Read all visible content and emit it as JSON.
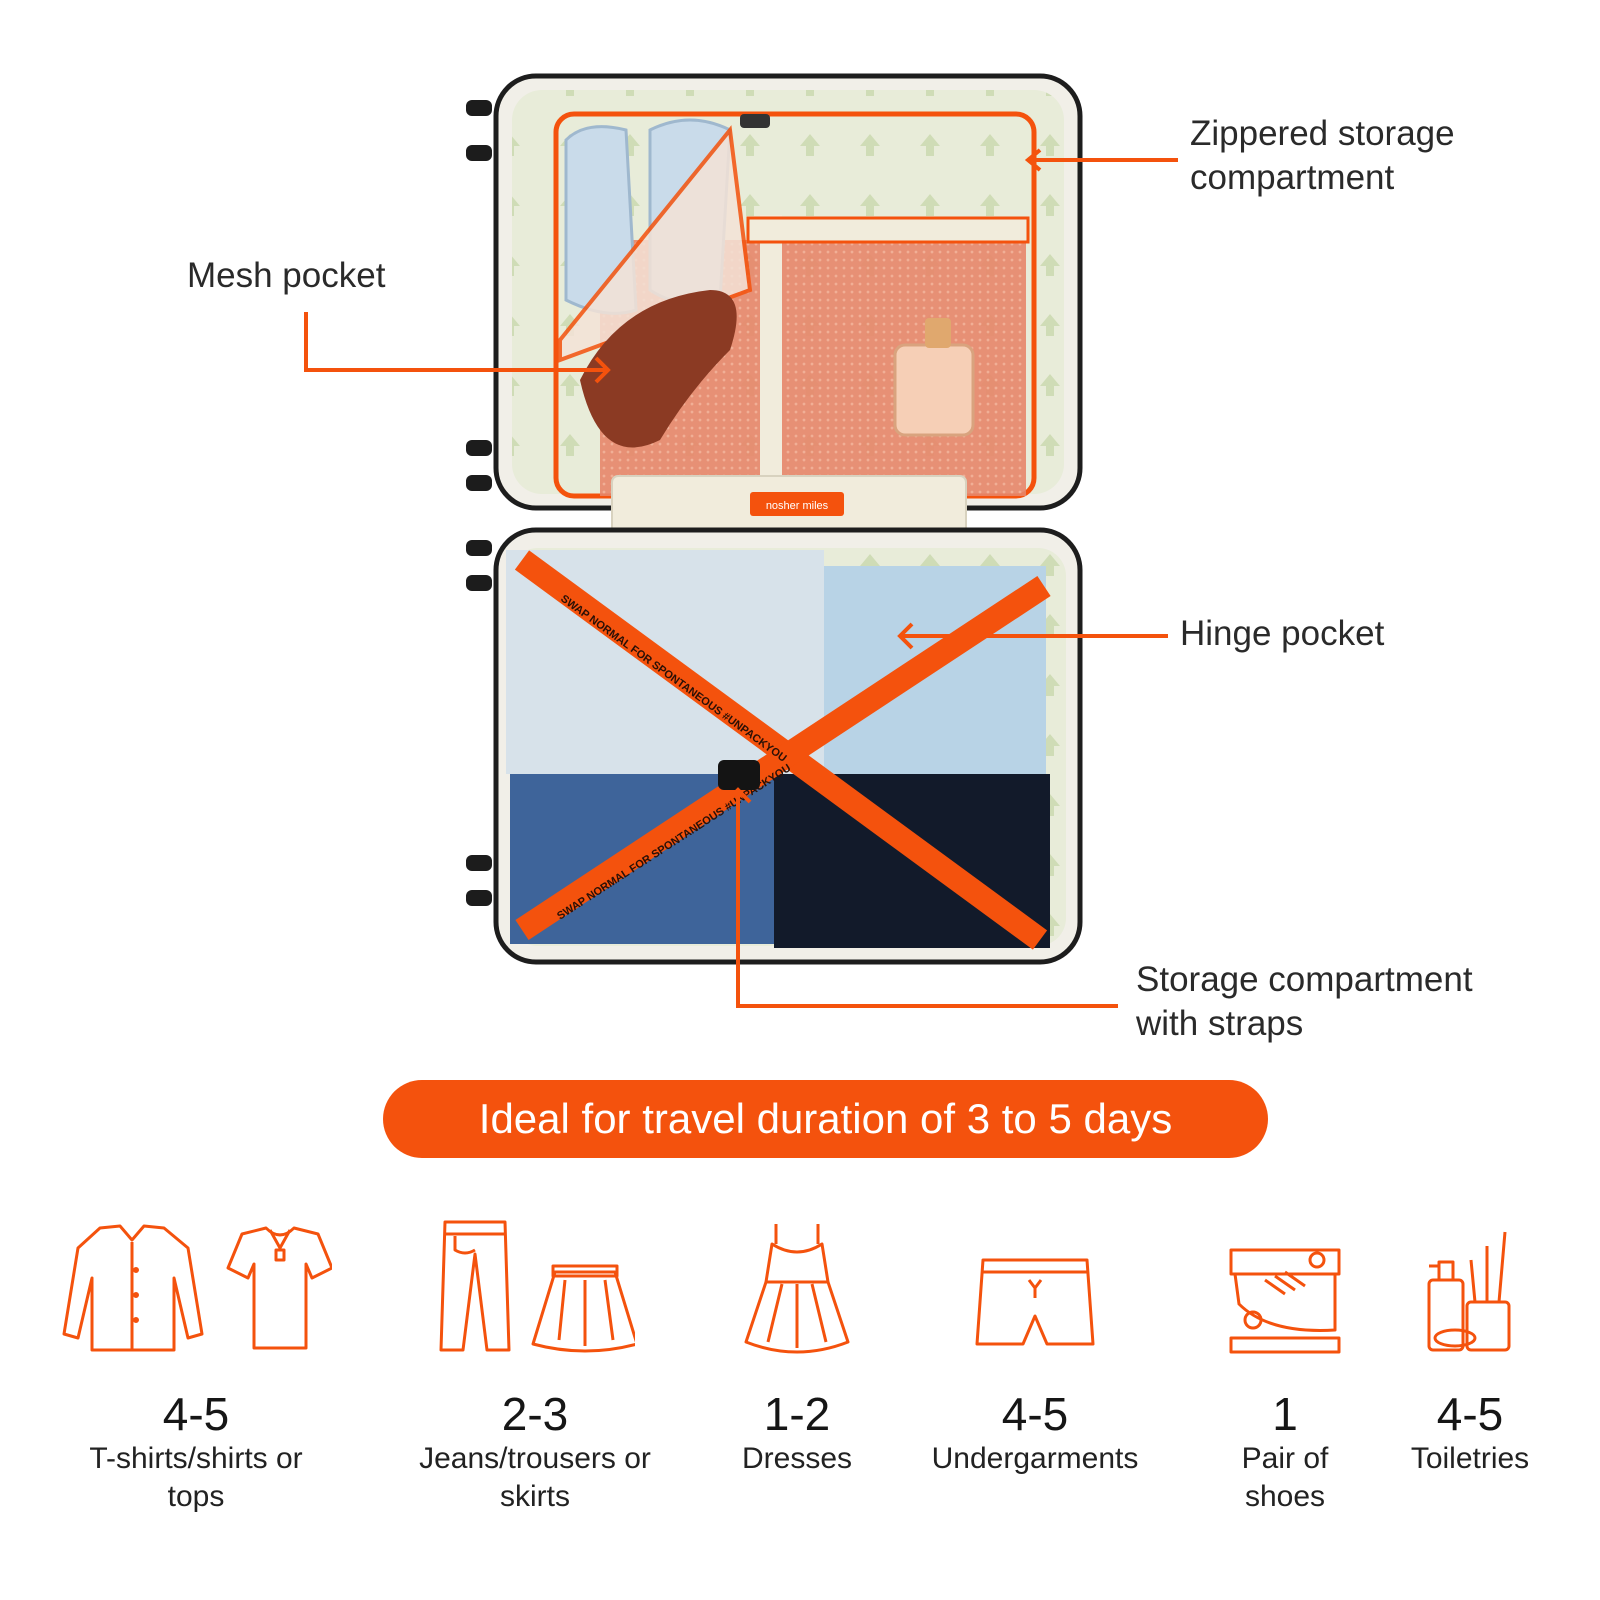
{
  "callouts": {
    "zippered": {
      "line1": "Zippered storage",
      "line2": "compartment"
    },
    "mesh": {
      "line1": "Mesh pocket"
    },
    "hinge": {
      "line1": "Hinge pocket"
    },
    "straps": {
      "line1": "Storage compartment",
      "line2": "with straps"
    }
  },
  "suitcase": {
    "patch_text": "nosher miles",
    "strap_text_a": "SWAP NORMAL FOR SPONTANEOUS #UNPACKYOU",
    "strap_text_b": "SWAP NORMAL FOR SPONTANEOUS #UNPACKYOU"
  },
  "banner": {
    "text": "Ideal for travel duration of 3 to 5 days"
  },
  "items": [
    {
      "icon": "shirt-and-polo-icon",
      "count": "4-5",
      "label_line1": "T-shirts/shirts or",
      "label_line2": "tops"
    },
    {
      "icon": "trousers-and-skirt-icon",
      "count": "2-3",
      "label_line1": "Jeans/trousers or",
      "label_line2": "skirts"
    },
    {
      "icon": "dress-icon",
      "count": "1-2",
      "label_line1": "Dresses",
      "label_line2": ""
    },
    {
      "icon": "shorts-icon",
      "count": "4-5",
      "label_line1": "Undergarments",
      "label_line2": ""
    },
    {
      "icon": "sneaker-icon",
      "count": "1",
      "label_line1": "Pair of",
      "label_line2": "shoes"
    },
    {
      "icon": "toiletries-icon",
      "count": "4-5",
      "label_line1": "Toiletries",
      "label_line2": ""
    }
  ],
  "colors": {
    "accent": "#f4520d",
    "text": "#222222",
    "lining": "#e9ecdc",
    "shell": "#f1efe8"
  }
}
